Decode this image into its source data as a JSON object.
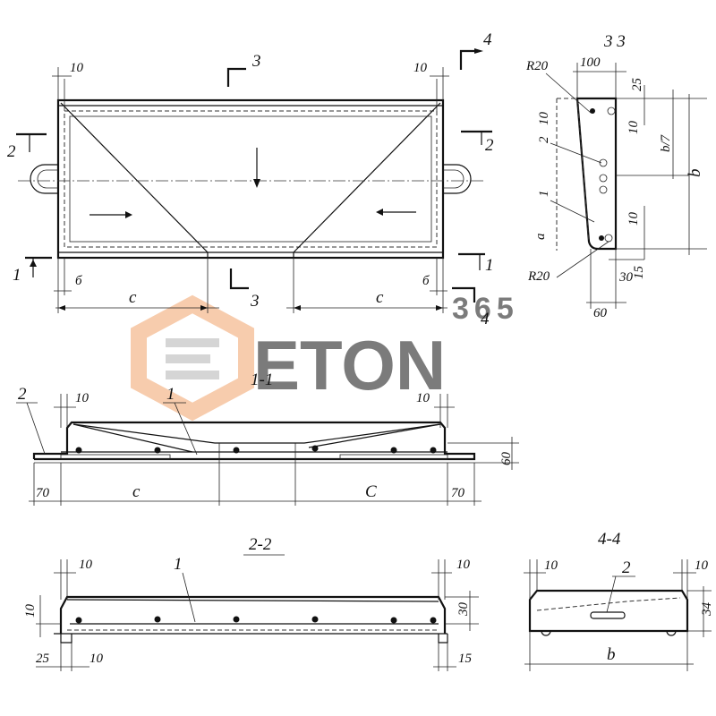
{
  "plan_view": {
    "dims": {
      "left_edge": "10",
      "right_edge": "10",
      "left_bottom": "б",
      "right_bottom": "б",
      "left_span": "c",
      "right_span": "c"
    },
    "section_marks": {
      "s3_top": "3",
      "s3_bottom": "3",
      "s4_top": "4",
      "s4_bottom": "4",
      "s2_left": "2",
      "s2_right": "2",
      "s1_left": "1",
      "s1_right": "1"
    }
  },
  "section_3_3": {
    "title": "3 3",
    "dims": {
      "r_top": "R20",
      "width_top": "100",
      "top_offset": "25",
      "rebar_spacing": "10",
      "upper_rebar": "10",
      "h_frac": "b/7",
      "total": "b",
      "lower_rebar": "10",
      "lower_a": "a",
      "bottom_w": "30",
      "bottom_h": "15",
      "base": "60",
      "r_bottom": "R20"
    },
    "callouts": {
      "item_2": "2",
      "item_1": "1"
    }
  },
  "section_1_1": {
    "title": "1-1",
    "dims": {
      "left_top": "10",
      "right_top": "10",
      "left_overhang": "70",
      "right_overhang": "70",
      "left_span": "c",
      "right_span": "C",
      "height": "60"
    },
    "callouts": {
      "item_2": "2",
      "item_1": "1"
    }
  },
  "section_2_2": {
    "title": "2-2",
    "dims": {
      "left_top": "10",
      "right_top": "10",
      "left_side": "10",
      "right_side": "30",
      "left_bottom_a": "25",
      "left_bottom_b": "10",
      "right_bottom": "15"
    },
    "callouts": {
      "item_1": "1"
    }
  },
  "section_4_4": {
    "title": "4-4",
    "dims": {
      "left_top": "10",
      "right_top": "10",
      "height": "34",
      "width": "b"
    },
    "callouts": {
      "item_2": "2"
    }
  },
  "watermark": {
    "prefix": "E",
    "text": "ETON",
    "number": "365",
    "color": "#f2a36b",
    "gray": "#b4b4b4"
  }
}
